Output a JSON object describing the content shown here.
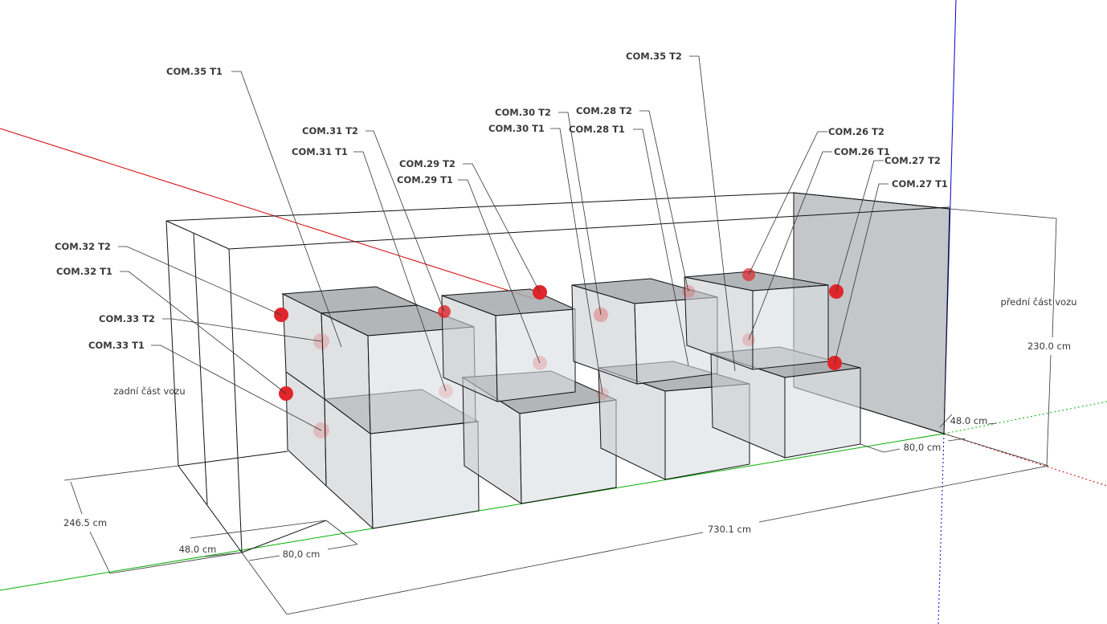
{
  "colors": {
    "x_axis": "#d40000",
    "y_axis": "#00b000",
    "z_axis": "#0000d0",
    "marker": "#e0262a",
    "panel": "#c4c7ca"
  },
  "labels": {
    "com35t1": "COM.35 T1",
    "com35t2": "COM.35 T2",
    "com31t2": "COM.31 T2",
    "com31t1": "COM.31 T1",
    "com29t2": "COM.29 T2",
    "com29t1": "COM.29 T1",
    "com30t2": "COM.30 T2",
    "com30t1": "COM.30 T1",
    "com28t2": "COM.28 T2",
    "com28t1": "COM.28 T1",
    "com26t2": "COM.26 T2",
    "com26t1": "COM.26 T1",
    "com27t2": "COM.27 T2",
    "com27t1": "COM.27 T1",
    "com32t2": "COM.32 T2",
    "com32t1": "COM.32 T1",
    "com33t2": "COM.33 T2",
    "com33t1": "COM.33 T1"
  },
  "notes": {
    "rear": "zadní část vozu",
    "front": "přední část vozu"
  },
  "dimensions": {
    "width": "246.5 cm",
    "gap_rear": "48.0 cm",
    "box_rear": "80,0 cm",
    "length": "730.1 cm",
    "height": "230.0 cm",
    "gap_front": "48.0 cm",
    "box_front": "80,0 cm"
  }
}
